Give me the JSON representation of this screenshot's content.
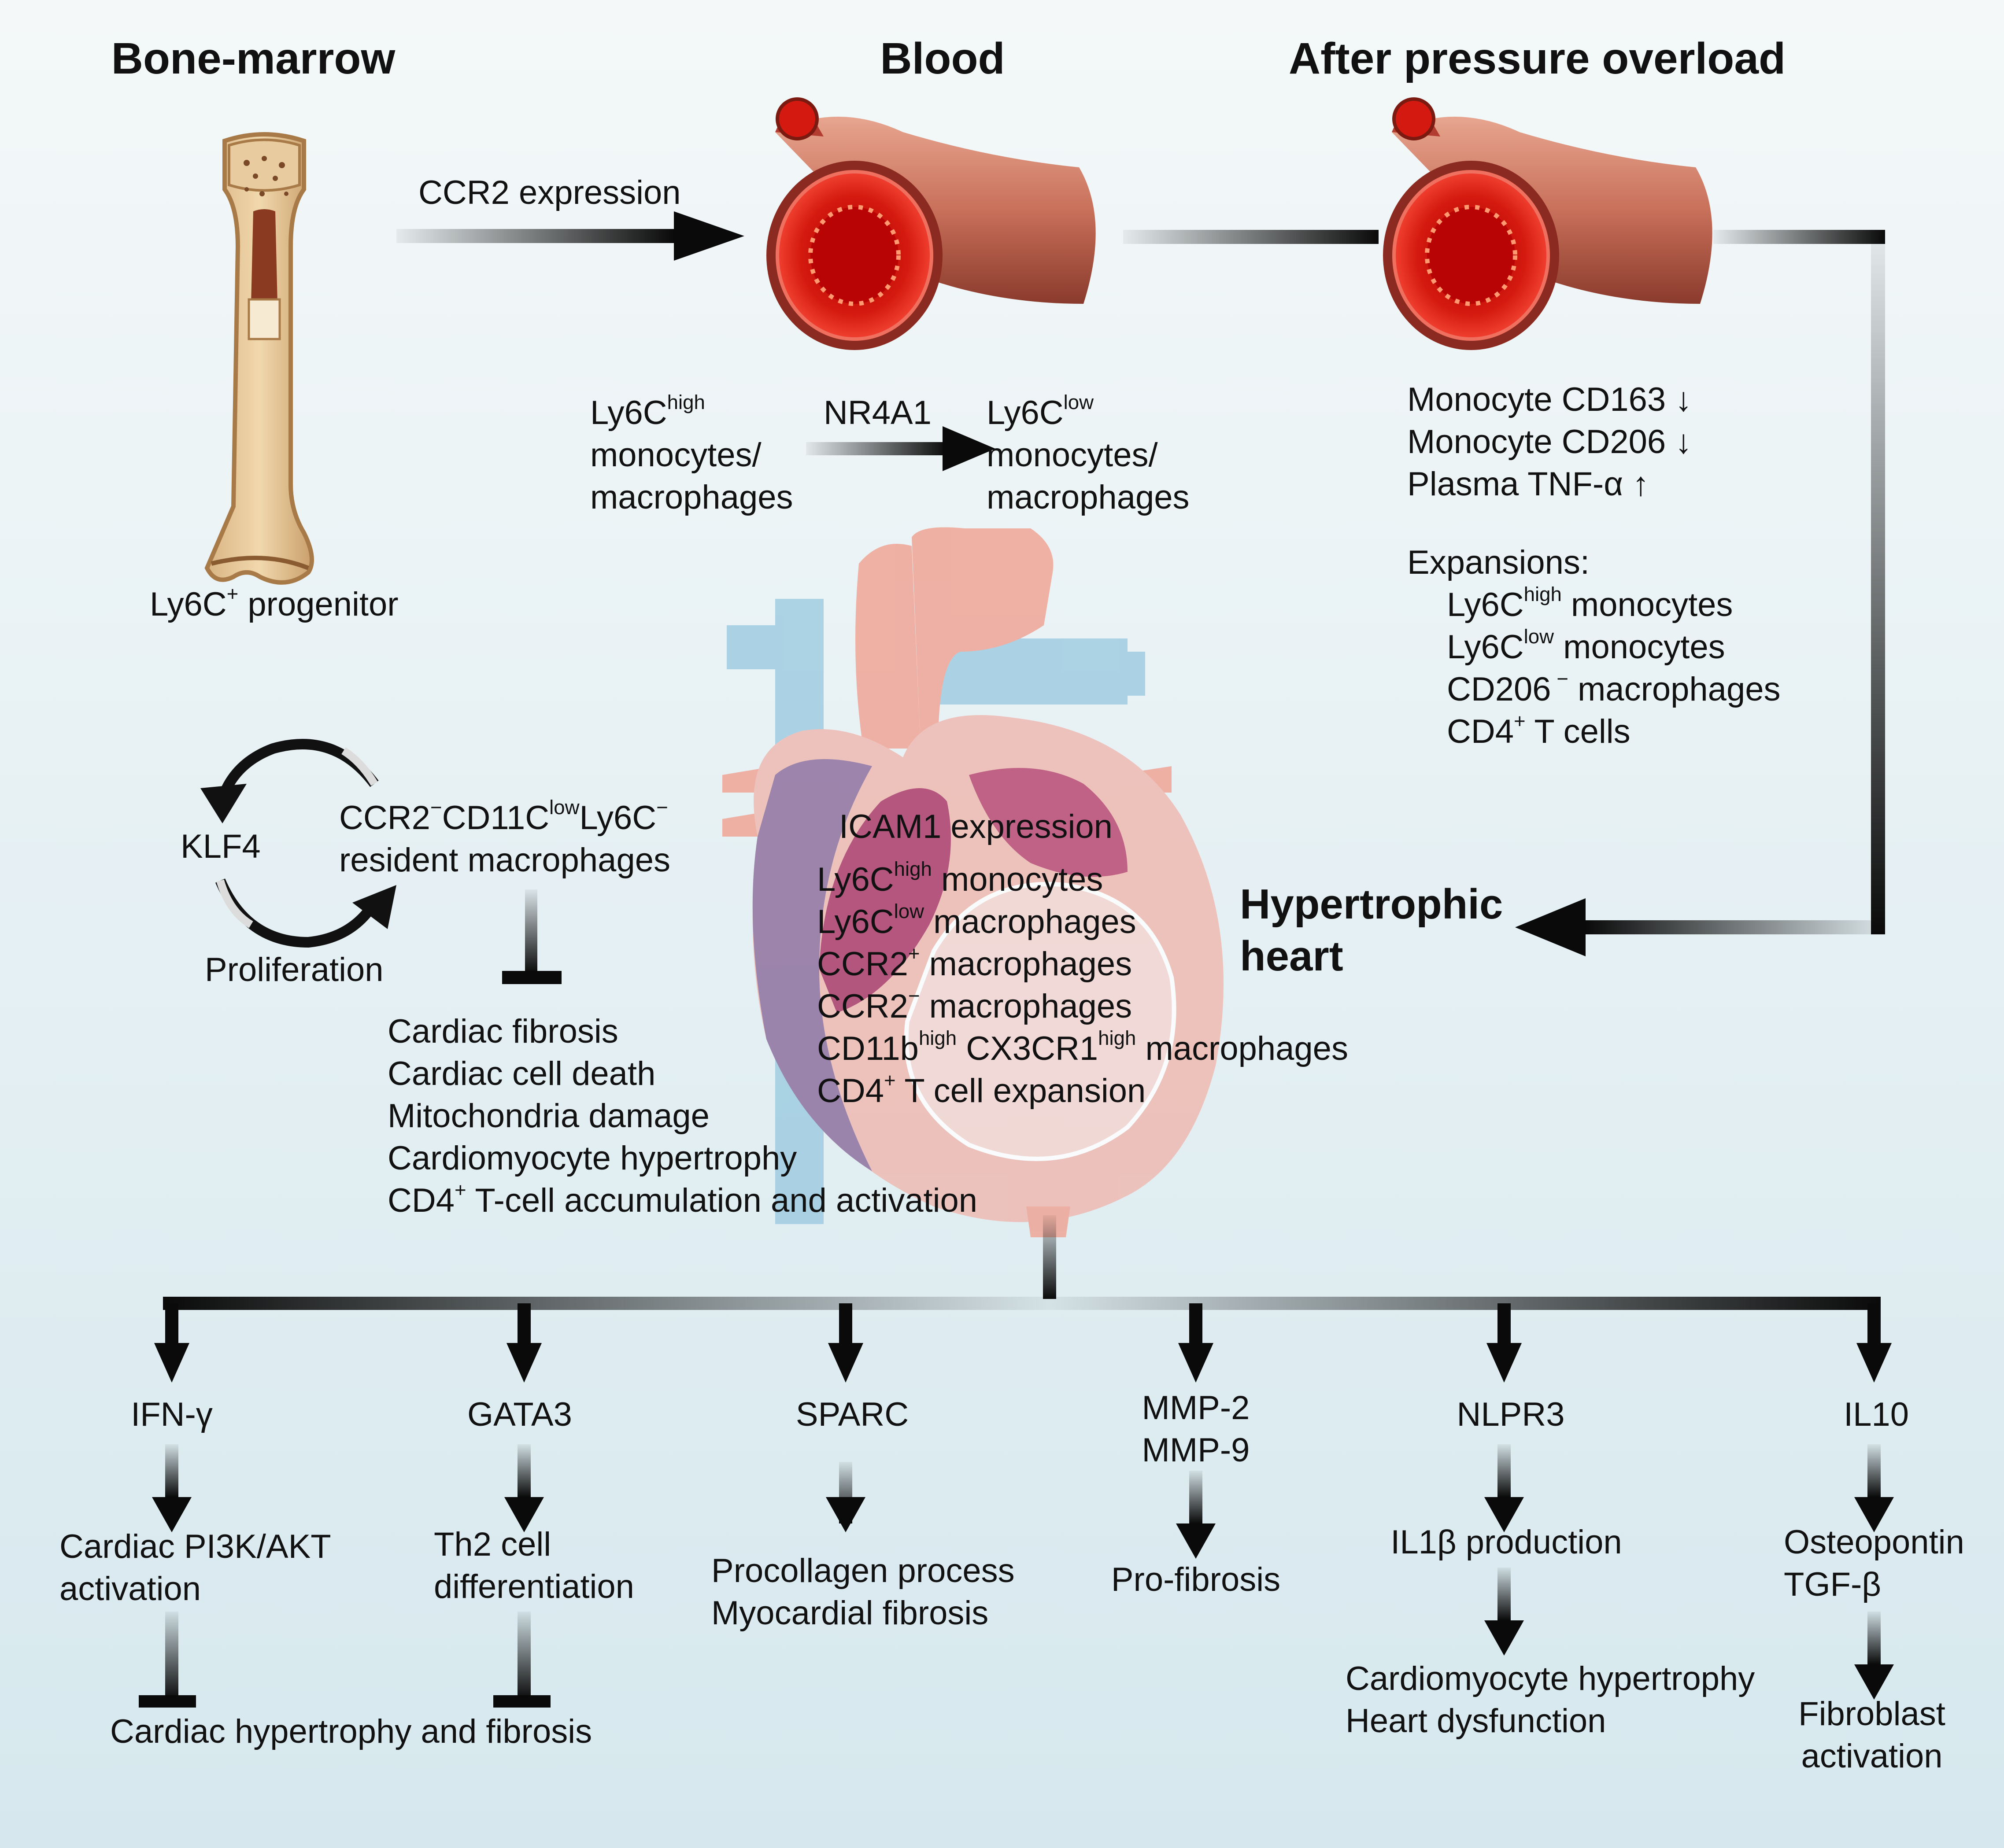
{
  "colors": {
    "background_top": "#f4f8f9",
    "background_bottom": "#d6e8ee",
    "arrow_dark": "#0a0a0a",
    "vessel": "#c86a52",
    "vessel_lumen": "#c81010",
    "heart_pink": "#efa090",
    "heart_purple": "#8a6a9a",
    "vein_blue": "#9ccbe0",
    "bone": "#e7c79a"
  },
  "headers": {
    "bone_marrow": "Bone-marrow",
    "blood": "Blood",
    "after_overload": "After pressure overload"
  },
  "ccr2_expression": "CCR2 expression",
  "progenitor": {
    "pre": "Ly6C",
    "sup": "+",
    "post": " progenitor"
  },
  "ly6c_high": {
    "pre": "Ly6C",
    "sup": "high",
    "line2": "monocytes/",
    "line3": "macrophages"
  },
  "nr4a1": "NR4A1",
  "ly6c_low": {
    "pre": "Ly6C",
    "sup": "low",
    "line2": "monocytes/",
    "line3": "macrophages"
  },
  "overload_markers": [
    "Monocyte CD163 ↓",
    "Monocyte CD206 ↓",
    "Plasma TNF-α ↑"
  ],
  "expansions": {
    "title": "Expansions:",
    "item1": {
      "pre": "Ly6C",
      "sup": "high",
      "post": " monocytes"
    },
    "item2": {
      "pre": "Ly6C",
      "sup": "low",
      "post": " monocytes"
    },
    "item3": {
      "pre": "CD206",
      "sup": " −",
      "post": " macrophages"
    },
    "item4": {
      "pre": "CD4",
      "sup": "+",
      "post": " T cells"
    }
  },
  "hypertrophic_heart": [
    "Hypertrophic",
    "heart"
  ],
  "resident": {
    "ccr2": "CCR2",
    "ccr2_sup": "−",
    "cd11c": "CD11C",
    "cd11c_sup": "low",
    "ly6c": "Ly6C",
    "ly6c_sup": "−",
    "line2": "resident macrophages"
  },
  "klf4": "KLF4",
  "proliferation": "Proliferation",
  "inhibited": [
    "Cardiac fibrosis",
    "Cardiac cell death",
    "Mitochondria damage",
    "Cardiomyocyte hypertrophy"
  ],
  "inhibited_last": {
    "pre": "CD4",
    "sup": "+",
    "post": " T-cell accumulation and activation"
  },
  "icam1": "ICAM1 expression",
  "heart_cells": {
    "i1": {
      "pre": "Ly6C",
      "sup": "high",
      "post": " monocytes"
    },
    "i2": {
      "pre": "Ly6C",
      "sup": "low",
      "post": " macrophages"
    },
    "i3": {
      "pre": "CCR2",
      "sup": "+",
      "post": " macrophages"
    },
    "i4": {
      "pre": "CCR2",
      "sup": "−",
      "post": " macrophages"
    },
    "i5": {
      "a": "CD11b",
      "a_sup": "high",
      "b": " CX3CR1",
      "b_sup": "high",
      "post": " macrophages"
    },
    "i6": {
      "pre": "CD4",
      "sup": "+",
      "post": " T cell expansion"
    }
  },
  "branches": {
    "ifn": {
      "label": "IFN-γ",
      "effect": [
        "Cardiac PI3K/AKT",
        "activation"
      ]
    },
    "gata3": {
      "label": "GATA3",
      "effect": [
        "Th2 cell",
        "differentiation"
      ]
    },
    "shared_outcome": "Cardiac hypertrophy and fibrosis",
    "sparc": {
      "label": "SPARC",
      "effect": [
        "Procollagen process",
        "Myocardial fibrosis"
      ]
    },
    "mmp": {
      "label": [
        "MMP-2",
        "MMP-9"
      ],
      "effect": "Pro-fibrosis"
    },
    "nlpr3": {
      "label": "NLPR3",
      "effect": "IL1β production",
      "outcome": [
        "Cardiomyocyte hypertrophy",
        "Heart dysfunction"
      ]
    },
    "il10": {
      "label": "IL10",
      "effect": [
        "Osteopontin",
        "TGF-β"
      ],
      "outcome": [
        "Fibroblast",
        "activation"
      ]
    }
  }
}
